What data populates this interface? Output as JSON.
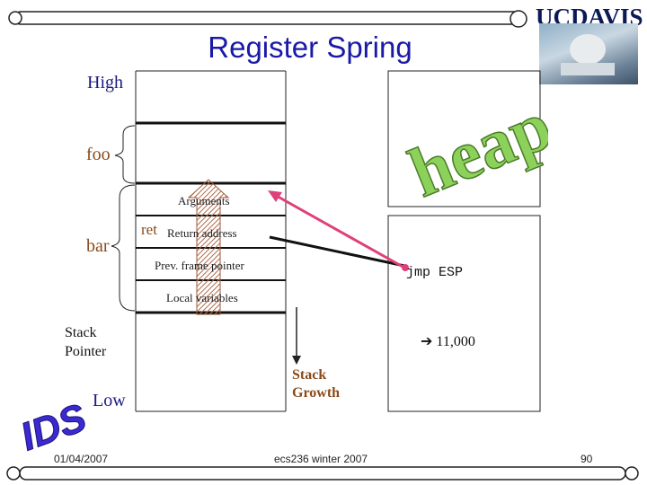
{
  "slide": {
    "title": "Register Spring",
    "logo_text": "UCDAVIS",
    "labels": {
      "high": "High",
      "low": "Low",
      "foo": "foo",
      "bar": "bar",
      "ret": "ret",
      "stack_pointer_1": "Stack",
      "stack_pointer_2": "Pointer",
      "stack_growth_1": "Stack",
      "stack_growth_2": "Growth",
      "heap": "heap",
      "jmp": "jmp ESP",
      "count": "11,000",
      "ids": "IDS"
    },
    "stack_rows": [
      "Arguments",
      "Return address",
      "Prev. frame pointer",
      "Local variables"
    ],
    "footer": {
      "date": "01/04/2007",
      "course": "ecs236 winter 2007",
      "page": "90"
    },
    "colors": {
      "title": "#1a1aa6",
      "heap": "#8cd25a",
      "arrow": "#e0407a",
      "ids": "#3a2ad0",
      "brown": "#8a4a1a"
    }
  }
}
